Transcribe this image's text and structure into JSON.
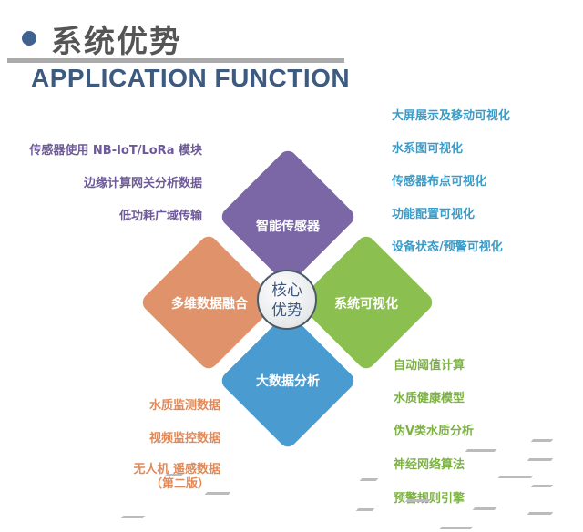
{
  "header": {
    "title": "系统优势",
    "subtitle": "APPLICATION FUNCTION"
  },
  "core": {
    "line1": "核心",
    "line2": "优势"
  },
  "quadrants": {
    "top": {
      "label": "智能传感器",
      "color": "#7b67a6"
    },
    "left": {
      "label": "多维数据融合",
      "color": "#e0936a"
    },
    "right": {
      "label": "系统可视化",
      "color": "#8bbf4f"
    },
    "bottom": {
      "label": "大数据分析",
      "color": "#4a9bd0"
    }
  },
  "sensor_features": [
    "传感器使用 NB-IoT/LoRa 模块",
    "边缘计算网关分析数据",
    "低功耗广域传输"
  ],
  "visual_features": [
    "大屏展示及移动可视化",
    "水系图可视化",
    "传感器布点可视化",
    "功能配置可视化",
    "设备状态/预警可视化"
  ],
  "analysis_features": [
    "自动阈值计算",
    "水质健康模型",
    "伪V类水质分析",
    "神经网络算法",
    "预警规则引擎"
  ],
  "fusion_features": [
    "水质监测数据",
    "视频监控数据",
    "无人机 遥感数据",
    "（第二版）"
  ]
}
